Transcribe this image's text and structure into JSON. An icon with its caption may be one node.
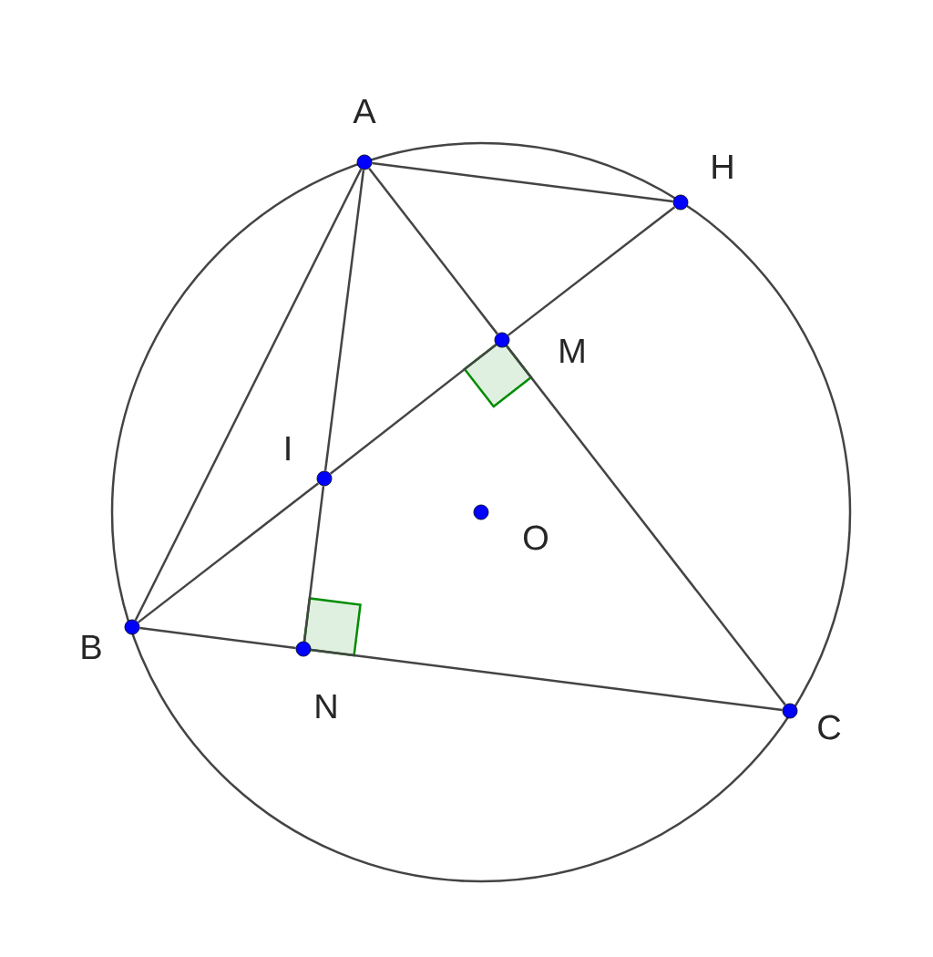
{
  "diagram": {
    "nodes": [
      {
        "text": [],
        "shape": "circle",
        "beside": [
          "A"
        ]
      },
      {
        "text": [],
        "shape": "circle",
        "beside": [
          "H"
        ]
      },
      {
        "text": [],
        "shape": "circle",
        "beside": [
          "M"
        ]
      },
      {
        "text": [],
        "shape": "circle",
        "beside": [
          "I"
        ]
      },
      {
        "text": [],
        "shape": "circle",
        "beside": [
          "O"
        ]
      },
      {
        "text": [],
        "shape": "circle",
        "beside": [
          "B"
        ]
      },
      {
        "text": [],
        "shape": "circle",
        "beside": [
          "N"
        ]
      },
      {
        "text": [],
        "shape": "circle",
        "beside": [
          "C"
        ]
      }
    ],
    "edges": [
      {
        "from": 0,
        "to": 1,
        "arrow": "none"
      },
      {
        "from": 0,
        "to": 5,
        "arrow": "none"
      },
      {
        "from": 0,
        "to": 3,
        "arrow": "none"
      },
      {
        "from": 3,
        "to": 6,
        "arrow": "none"
      },
      {
        "from": 0,
        "to": 2,
        "arrow": "none"
      },
      {
        "from": 2,
        "to": 7,
        "arrow": "none"
      },
      {
        "from": 1,
        "to": 2,
        "arrow": "none"
      },
      {
        "from": 2,
        "to": 3,
        "arrow": "none"
      },
      {
        "from": 3,
        "to": 5,
        "arrow": "none"
      },
      {
        "from": 5,
        "to": 6,
        "arrow": "none"
      },
      {
        "from": 6,
        "to": 7,
        "arrow": "none"
      }
    ]
  }
}
